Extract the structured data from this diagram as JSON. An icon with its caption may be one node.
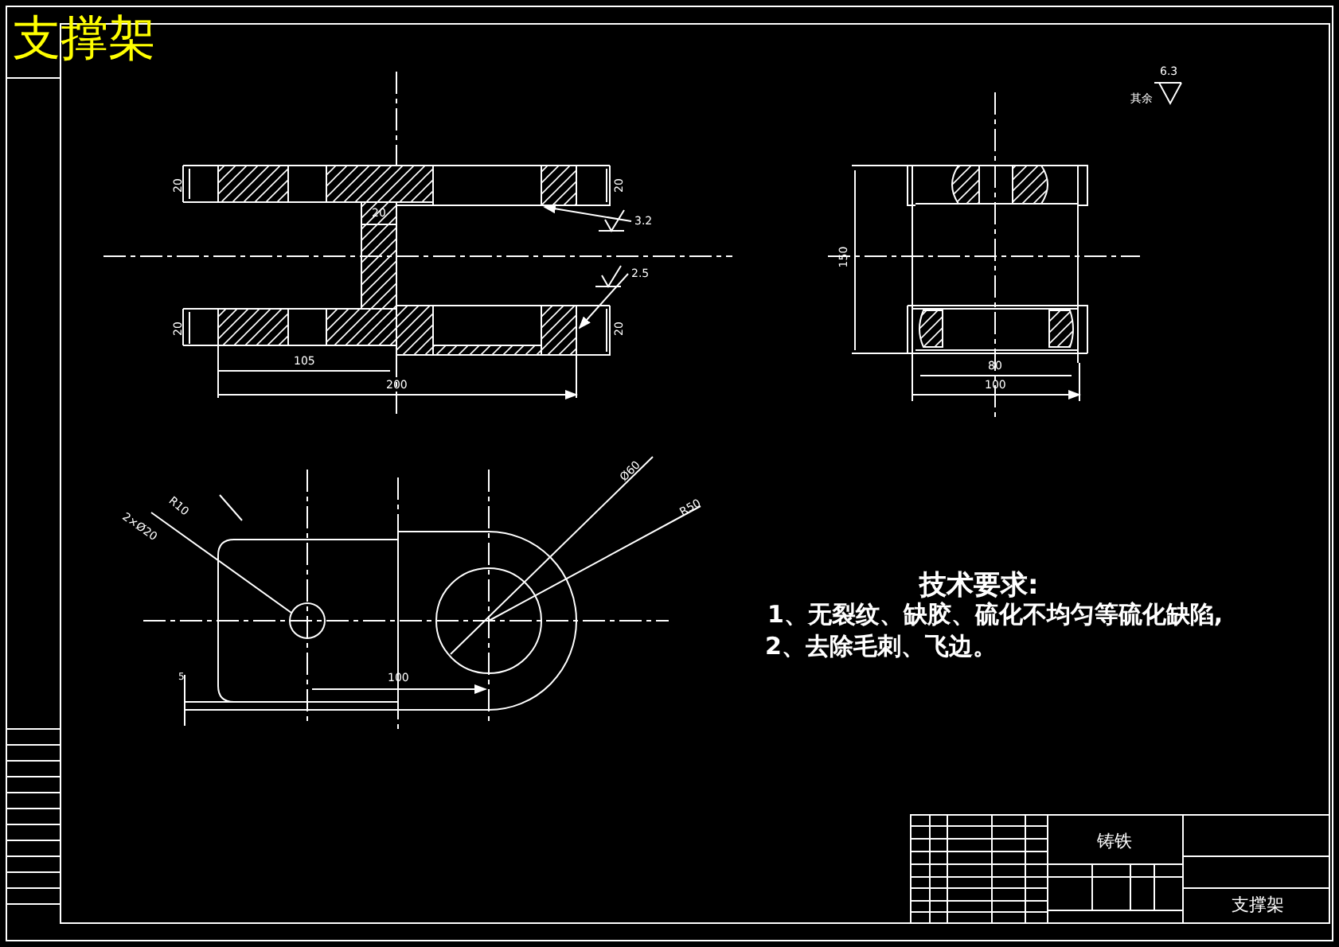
{
  "diagram": {
    "title": "支撑架",
    "nodes": [
      {
        "text": [
          "3.2"
        ]
      },
      {
        "text": [
          "2.5"
        ]
      }
    ],
    "edges": [
      {
        "from": 0,
        "to": null,
        "arrow": "to"
      },
      {
        "from": 1,
        "to": null,
        "arrow": "to"
      }
    ],
    "labels": [
      "20",
      "20",
      "20",
      "20",
      "20",
      "105",
      "200",
      "150",
      "80",
      "100",
      "6.3",
      "其余",
      "R10",
      "2×Ø20",
      "Ø60",
      "R50",
      "5",
      "100",
      "技术要求:",
      "1、无裂纹、缺胶、硫化不均匀等硫化缺陷,",
      "2、去除毛刺、飞边。",
      "铸铁",
      "支撑架"
    ]
  }
}
